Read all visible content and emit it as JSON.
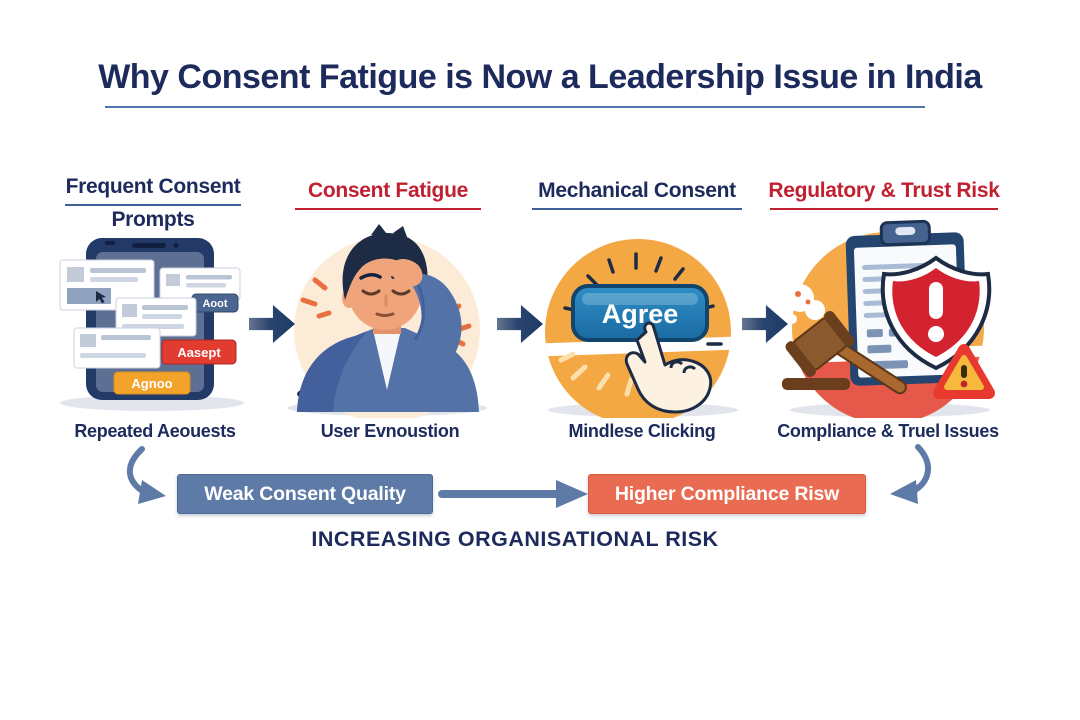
{
  "title": "Why Consent Fatigue is Now a Leadership Issue in India",
  "stages": [
    {
      "title_line1": "Frequent Consent",
      "title_line2": "Prompts",
      "caption": "Repeated Aeouests",
      "phone": {
        "buttons": [
          "Aoot",
          "Aasept",
          "Agnoo"
        ]
      }
    },
    {
      "title": "Consent Fatigue",
      "caption": "User Evnoustion"
    },
    {
      "title": "Mechanical Consent",
      "caption": "Mindlese Clicking",
      "button_label": "Agree"
    },
    {
      "title": "Regulatory & Trust Risk",
      "caption": "Compliance & Truel Issues"
    }
  ],
  "flow": {
    "left_box": "Weak Consent Quality",
    "right_box": "Higher Compliance Risw",
    "footer": "INCREASING ORGANISATIONAL RISK"
  },
  "colors": {
    "navy": "#1d2a5c",
    "red": "#c02030",
    "steel_blue": "#5e7ba7",
    "salmon": "#e96b51",
    "orange_circle": "#f4a843",
    "cream_circle": "#fcecd7",
    "agree_blue": "#2583bb",
    "alert_red": "#d42330",
    "amber": "#f3a32a",
    "accept_red": "#e23b30",
    "slate_button": "#4a6590"
  }
}
